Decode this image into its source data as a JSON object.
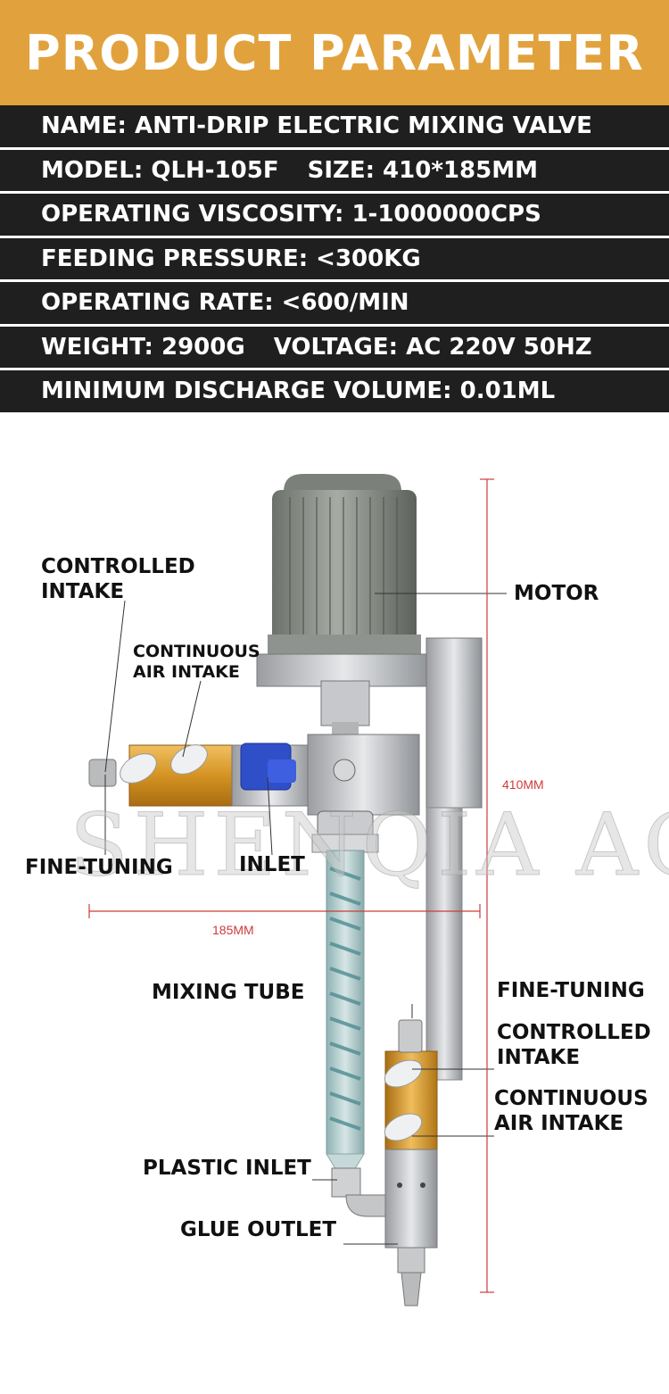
{
  "banner": {
    "title": "PRODUCT PARAMETER"
  },
  "params": [
    {
      "text": "NAME: ANTI-DRIP ELECTRIC MIXING VALVE"
    },
    {
      "text": "MODEL: QLH-105F",
      "text2": "SIZE: 410*185MM"
    },
    {
      "text": "OPERATING VISCOSITY: 1-1000000CPS"
    },
    {
      "text": "FEEDING PRESSURE: <300KG"
    },
    {
      "text": "OPERATING RATE: <600/MIN"
    },
    {
      "text": "WEIGHT: 2900G",
      "text2": "VOLTAGE: AC 220V 50HZ"
    },
    {
      "text": "MINIMUM DISCHARGE VOLUME: 0.01ML"
    }
  ],
  "labels": {
    "controlled_intake_top": "CONTROLLED",
    "controlled_intake_top2": "INTAKE",
    "continuous_air_top": "CONTINUOUS",
    "continuous_air_top2": "AIR INTAKE",
    "motor": "MOTOR",
    "fine_tuning_left": "FINE-TUNING",
    "inlet": "INLET",
    "mixing_tube": "MIXING TUBE",
    "fine_tuning_right": "FINE-TUNING",
    "controlled_intake_right": "CONTROLLED",
    "controlled_intake_right2": "INTAKE",
    "continuous_air_right": "CONTINUOUS",
    "continuous_air_right2": "AIR INTAKE",
    "plastic_inlet": "PLASTIC INLET",
    "glue_outlet": "GLUE OUTLET"
  },
  "dimensions": {
    "height": "410MM",
    "width": "185MM"
  },
  "watermark": "SHENQIA AO",
  "colors": {
    "banner": "#e1a23d",
    "row_bg": "#1f1f1f",
    "dimension": "#d03a3a"
  }
}
